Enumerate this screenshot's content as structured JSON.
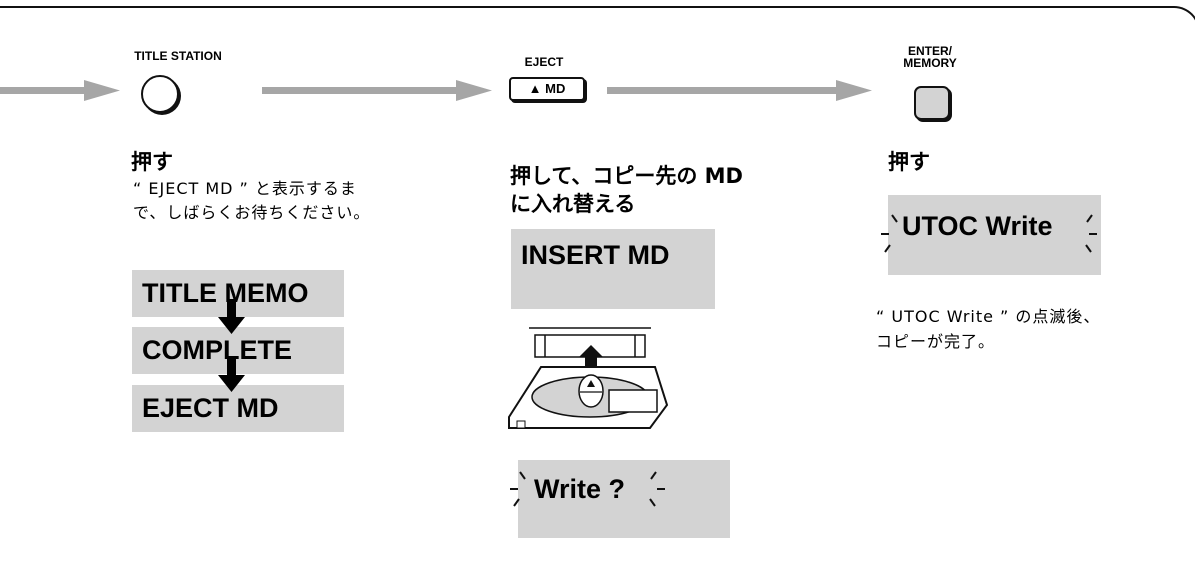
{
  "step1": {
    "button_label": "TITLE STATION",
    "heading": "押す",
    "note_line1": "“ EJECT MD ” と表示するま",
    "note_line2": "で、しばらくお待ちください。",
    "display": [
      "TITLE MEMO",
      "COMPLETE",
      "EJECT MD"
    ]
  },
  "step2": {
    "button_label": "EJECT",
    "button_text": " MD",
    "heading_line1": "押して、コピー先の MD",
    "heading_line2": "に入れ替える",
    "display_insert": "INSERT MD",
    "display_write": "Write ?"
  },
  "step3": {
    "button_label_line1": "ENTER/",
    "button_label_line2": "MEMORY",
    "heading": "押す",
    "display": "UTOC Write",
    "note_line1": "“ UTOC Write ” の点滅後、",
    "note_line2": "コピーが完了。"
  }
}
